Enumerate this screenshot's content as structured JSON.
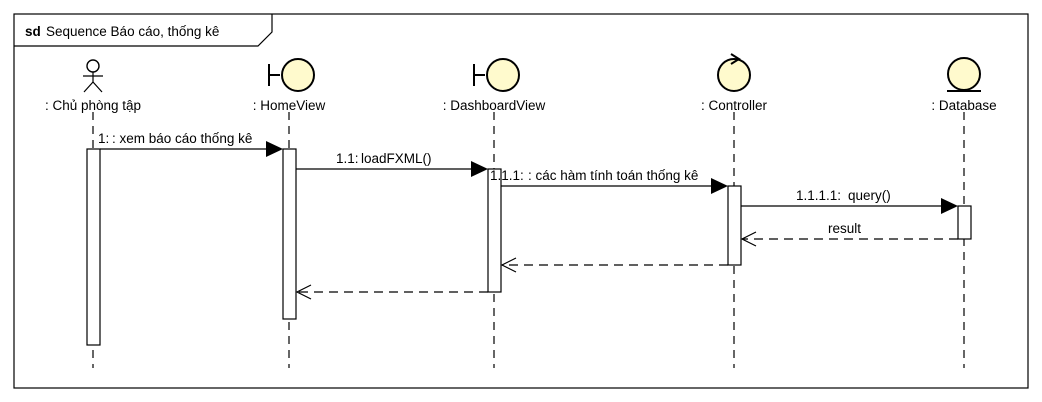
{
  "diagram": {
    "frame_keyword": "sd",
    "frame_title": "Sequence Báo cáo, thống kê",
    "accent_fill": "#fffacd",
    "lifelines": [
      {
        "label": ": Chủ phòng tập",
        "icon": "actor-icon"
      },
      {
        "label": ": HomeView",
        "icon": "boundary-icon"
      },
      {
        "label": ": DashboardView",
        "icon": "boundary-icon"
      },
      {
        "label": ": Controller",
        "icon": "control-icon"
      },
      {
        "label": ": Database",
        "icon": "entity-icon"
      }
    ],
    "messages": [
      {
        "number": "1:",
        "text": " : xem báo cáo thống kê",
        "from": 0,
        "to": 1,
        "kind": "sync"
      },
      {
        "number": "1.1:",
        "text": " loadFXML()",
        "from": 1,
        "to": 2,
        "kind": "sync"
      },
      {
        "number": "1.1.1:",
        "text": " : các hàm tính toán thống kê",
        "from": 2,
        "to": 3,
        "kind": "sync"
      },
      {
        "number": "1.1.1.1:",
        "text": " query()",
        "from": 3,
        "to": 4,
        "kind": "sync"
      },
      {
        "number": "",
        "text": "result",
        "from": 4,
        "to": 3,
        "kind": "return"
      },
      {
        "number": "",
        "text": "",
        "from": 3,
        "to": 2,
        "kind": "return"
      },
      {
        "number": "",
        "text": "",
        "from": 2,
        "to": 1,
        "kind": "return"
      }
    ]
  }
}
